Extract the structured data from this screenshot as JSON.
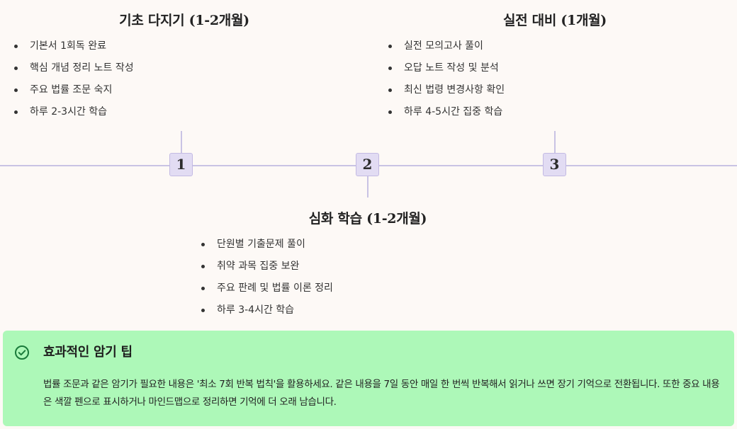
{
  "phases": [
    {
      "number": "1",
      "title": "기초 다지기 (1-2개월)",
      "items": [
        "기본서 1회독 완료",
        "핵심 개념 정리 노트 작성",
        "주요 법률 조문 숙지",
        "하루 2-3시간 학습"
      ]
    },
    {
      "number": "2",
      "title": "심화 학습 (1-2개월)",
      "items": [
        "단원별 기출문제 풀이",
        "취약 과목 집중 보완",
        "주요 판례 및 법률 이론 정리",
        "하루 3-4시간 학습"
      ]
    },
    {
      "number": "3",
      "title": "실전 대비 (1개월)",
      "items": [
        "실전 모의고사 풀이",
        "오답 노트 작성 및 분석",
        "최신 법령 변경사항 확인",
        "하루 4-5시간 집중 학습"
      ]
    }
  ],
  "tip": {
    "icon": "check-circle-icon",
    "title": "효과적인 암기 팁",
    "body": "법률 조문과 같은 암기가 필요한 내용은 '최소 7회 반복 법칙'을 활용하세요. 같은 내용을 7일 동안 매일 한 번씩 반복해서 읽거나 쓰면 장기 기억으로 전환됩니다. 또한 중요 내용은 색깔 펜으로 표시하거나 마인드맵으로 정리하면 기억에 더 오래 남습니다."
  },
  "colors": {
    "background": "#fdf9f6",
    "timeline": "#c9c3e4",
    "marker_fill": "#e2dcf3",
    "tip_background": "#adf8b8",
    "tip_icon": "#1a7a3a"
  }
}
